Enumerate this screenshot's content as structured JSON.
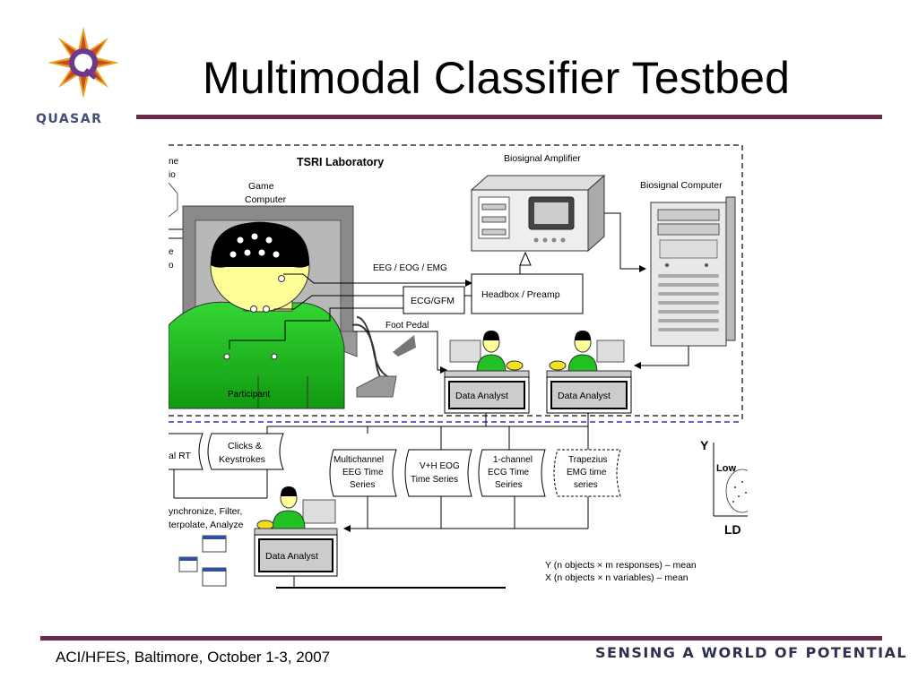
{
  "header": {
    "title": "Multimodal Classifier Testbed",
    "logo_text": "QUASAR"
  },
  "footer": {
    "left": "ACI/HFES, Baltimore, October 1-3, 2007",
    "right": "SENSING A WORLD OF POTENTIAL"
  },
  "diagram": {
    "lab_title": "TSRI Laboratory",
    "biosignal_amplifier": "Biosignal Amplifier",
    "biosignal_computer": "Biosignal Computer",
    "game_computer": [
      "Game",
      "Computer"
    ],
    "left_cut_top": [
      "ne",
      "io"
    ],
    "left_cut_mid": [
      "e",
      "o"
    ],
    "eeg_label": "EEG / EOG / EMG",
    "headbox": "Headbox / Preamp",
    "ecg_gfm": "ECG/GFM",
    "foot_pedal": "Foot Pedal",
    "participant": "Participant",
    "data_analyst": "Data Analyst",
    "al_rt": "al RT",
    "clicks": [
      "Clicks &",
      "Keystrokes"
    ],
    "series": [
      [
        "Multichannel",
        "EEG Time",
        "Series"
      ],
      [
        "V+H EOG",
        "Time Series"
      ],
      [
        "1-channel",
        "ECG Time",
        "Seiries"
      ],
      [
        "Trapezius",
        "EMG time",
        "series"
      ]
    ],
    "sync": [
      "ynchronize, Filter,",
      "terpolate, Analyze"
    ],
    "y_desc": "Y (n objects × m responses) – mean",
    "x_desc": "X (n objects × n variables) – mean",
    "plot_y": "Y",
    "plot_low": "Low",
    "plot_ld": "LD"
  },
  "colors": {
    "accent_rule": "#6b2a4b",
    "participant_green": "#22c022",
    "head_yellow": "#ffff99",
    "dashed_blue": "#3030c0"
  }
}
